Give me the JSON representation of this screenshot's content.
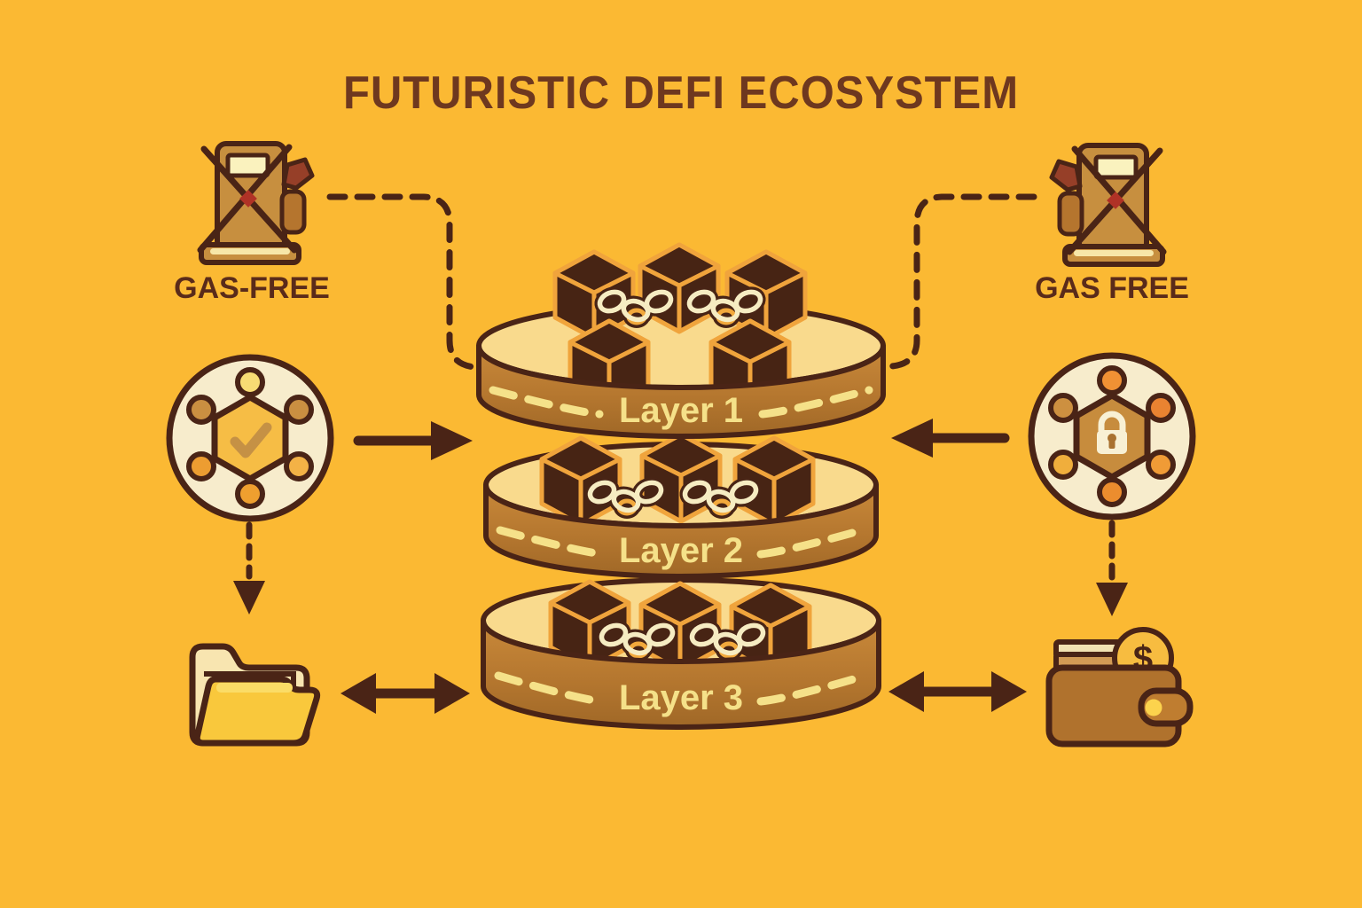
{
  "title": "FUTURISTIC DEFI ECOSYSTEM",
  "gas_pumps": {
    "left_label": "GAS-FREE",
    "right_label": "GAS FREE",
    "icon": "gas-pump-crossed-icon"
  },
  "layers": [
    {
      "label": "Layer 1",
      "visible_cubes": 5
    },
    {
      "label": "Layer 2",
      "visible_cubes": 3
    },
    {
      "label": "Layer 3",
      "visible_cubes": 3
    }
  ],
  "left_network": {
    "icon": "network-check-icon"
  },
  "right_network": {
    "icon": "network-lock-icon"
  },
  "storage": {
    "icon": "folder-icon"
  },
  "wallet": {
    "icon": "wallet-icon",
    "coin_symbol": "$"
  },
  "colors": {
    "background": "#FBB933",
    "outline_dark": "#4A2416",
    "title_brown": "#6E381F",
    "band_brown": "#B5772F",
    "cylinder_top_cream": "#F9DA8D",
    "accent_cream": "#F5E189",
    "cube_dark": "#472414",
    "cube_edge_orange": "#F0A43C",
    "chain_cream": "#F6ECC2",
    "pump_tan": "#C78F3F",
    "nozzle_red": "#963F28",
    "hexagon_amber": "#F6BD45",
    "hexagon_tan": "#C78C3D",
    "folder_yellow": "#F9C83C",
    "wallet_brown": "#B0722D"
  }
}
